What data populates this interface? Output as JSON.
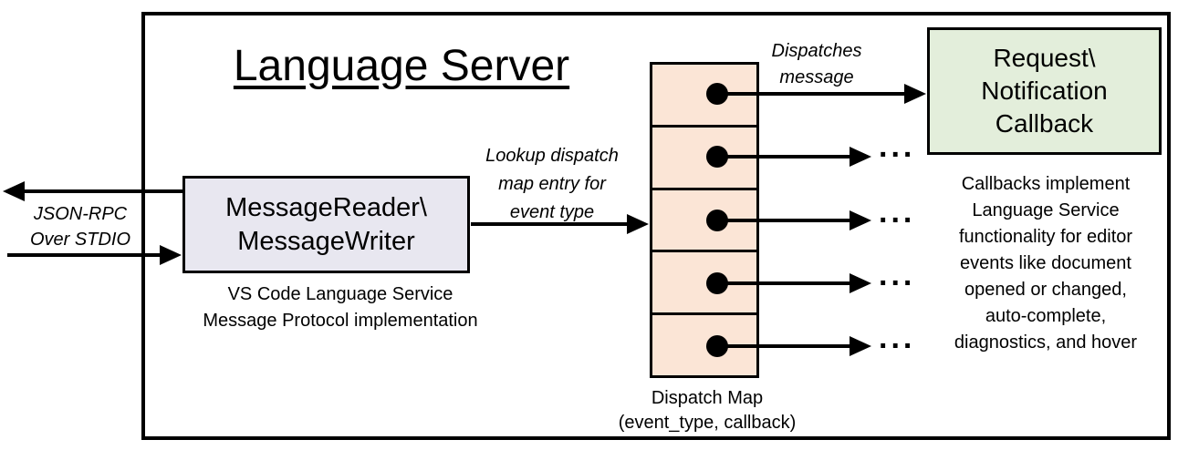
{
  "diagram": {
    "title": "Language Server"
  },
  "io": {
    "label_line1": "JSON-RPC",
    "label_line2": "Over STDIO"
  },
  "message_box": {
    "line1": "MessageReader\\",
    "line2": "MessageWriter",
    "caption_line1": "VS Code Language Service",
    "caption_line2": "Message Protocol implementation",
    "fill": "#E8E7F0"
  },
  "lookup_label": {
    "line1": "Lookup dispatch",
    "line2": "map entry for",
    "line3": "event type"
  },
  "dispatch_map": {
    "fill": "#FBE5D6",
    "row_count": 5,
    "ellipsis": "...",
    "caption_line1": "Dispatch Map",
    "caption_line2": "(event_type, callback)"
  },
  "dispatches_label": {
    "line1": "Dispatches",
    "line2": "message"
  },
  "callback_box": {
    "line1": "Request\\",
    "line2": "Notification",
    "line3": "Callback",
    "fill": "#E3EEDB"
  },
  "callbacks_note": {
    "lines": [
      "Callbacks implement",
      "Language Service",
      "functionality for editor",
      "events like document",
      "opened or changed,",
      "auto-complete,",
      "diagnostics, and hover"
    ]
  },
  "colors": {
    "line": "#000000"
  }
}
